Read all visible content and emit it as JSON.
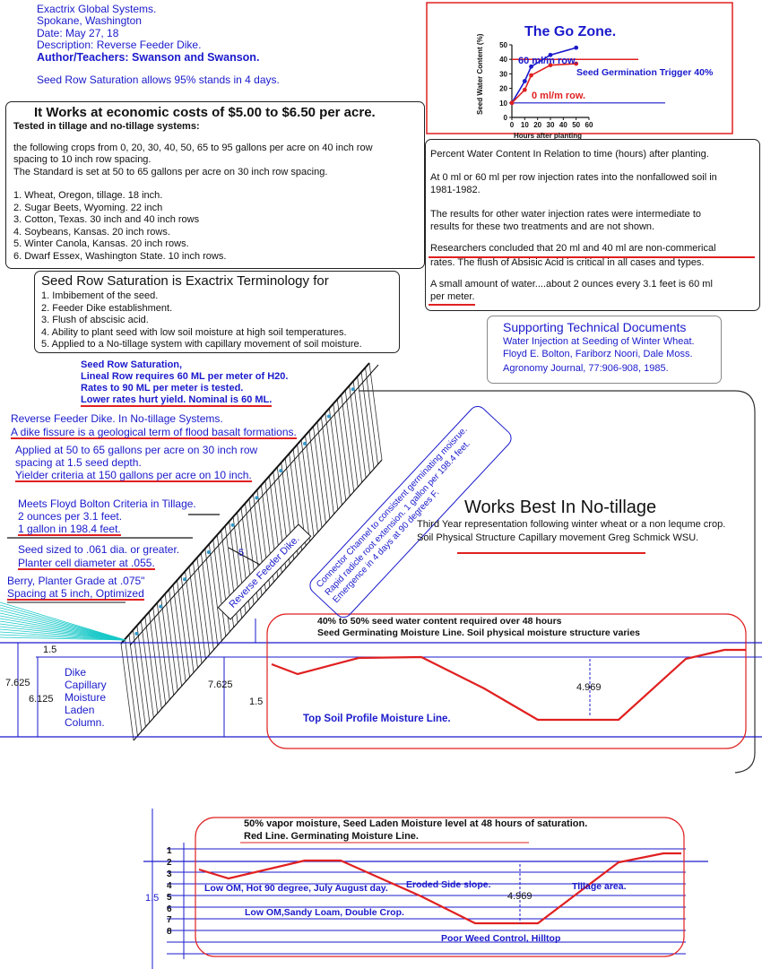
{
  "header": {
    "company": "Exactrix Global Systems.",
    "location": "Spokane, Washington",
    "date": "Date: May 27, 18",
    "description": "Description: Reverse Feeder Dike.",
    "authors": "Author/Teachers:    Swanson  and  Swanson.",
    "tagline": "Seed Row Saturation allows 95% stands in 4 days."
  },
  "costbox": {
    "title": "It Works  at economic  costs of $5.00 to $6.50 per acre.",
    "subtitle": "Tested  in tillage and no-tillage systems:",
    "para1": "the following  crops  from  0, 20, 30, 40, 50, 65 to 95 gallons per acre on 40 inch row",
    "para1b": "spacing to 10 inch row spacing.",
    "para2": "The  Standard  is set at 50 to 65 gallons per acre on 30 inch row spacing.",
    "crops": [
      "1. Wheat, Oregon, tillage. 18 inch.",
      "2. Sugar Beets, Wyoming. 22 inch",
      "3. Cotton, Texas. 30 inch and 40 inch rows",
      "4. Soybeans, Kansas. 20 inch rows.",
      "5. Winter Canola, Kansas. 20 inch rows.",
      "6. Dwarf Essex, Washington State. 10 inch rows."
    ]
  },
  "terminology": {
    "title": "Seed Row Saturation is Exactrix Terminology for",
    "items": [
      "1. Imbibement of the seed.",
      "2. Feeder Dike establishment.",
      "3. Flush of abscisic acid.",
      "4. Ability to plant seed with low soil moisture at high soil temperatures.",
      "5. Applied to a No-tillage system with capillary movement of soil moisture."
    ]
  },
  "gozone": {
    "title": "The Go Zone.",
    "ylabel": "Seed Water Content (%)",
    "xlabel": "Hours  after planting",
    "yticks": [
      "0",
      "10",
      "20",
      "30",
      "40",
      "50"
    ],
    "xticks": [
      "0",
      "10",
      "20",
      "30",
      "40",
      "50",
      "60"
    ],
    "label_60": "60 ml/m row.",
    "label_0": "0 ml/m row.",
    "trigger": "Seed Germination Trigger 40%"
  },
  "chart_data": {
    "type": "line",
    "title": "The Go Zone.",
    "xlabel": "Hours  after planting",
    "ylabel": "Seed Water Content (%)",
    "xlim": [
      0,
      60
    ],
    "ylim": [
      0,
      50
    ],
    "series": [
      {
        "name": "60 ml/m row.",
        "color": "#1a1acc",
        "x": [
          0,
          10,
          15,
          30,
          50
        ],
        "y": [
          10,
          25,
          35,
          43,
          48
        ]
      },
      {
        "name": "0 ml/m row.",
        "color": "#e02020",
        "x": [
          0,
          10,
          15,
          30,
          50
        ],
        "y": [
          10,
          19,
          29,
          36,
          37
        ]
      }
    ],
    "reference_lines": [
      {
        "label": "Seed Germination Trigger 40%",
        "y": 40,
        "color": "#e02020"
      }
    ]
  },
  "percentbox": {
    "p1": "Percent  Water Content In Relation to time (hours) after planting.",
    "p2a": "At 0 ml or 60 ml per row injection rates into the nonfallowed soil in",
    "p2b": "1981-1982.",
    "p3a": "The results  for other  water injection rates were intermediate to",
    "p3b": "results for these two treatments and are not shown.",
    "p4a": "Researchers   concluded   that  20 ml and 40 ml are non-commerical",
    "p4b": "rates.   The flush of Absisic Acid is critical in all cases and types.",
    "p5a": "A small  amount  of  water....about 2 ounces every 3.1 feet is 60 ml",
    "p5b": "per meter."
  },
  "techdocs": {
    "title": "Supporting Technical Documents",
    "l1": "Water Injection at Seeding of Winter Wheat.",
    "l2": "Floyd E. Bolton, Fariborz Noori, Dale Moss.",
    "l3": "Agronomy Journal, 77:906-908, 1985."
  },
  "dike": {
    "saturation1": "Seed Row Saturation,",
    "saturation2": "Lineal Row requires 60 ML per meter of H20.",
    "saturation3": "Rates to 90 ML per meter is tested.",
    "saturation4": "Lower rates hurt yield. Nominal is 60 ML.",
    "rfd1": "Reverse Feeder Dike.   In No-tillage Systems.",
    "rfd2": "A dike fissure is a geological term of flood basalt formations.",
    "app1": "Applied at 50 to 65 gallons per acre on 30 inch row",
    "app2": "spacing at 1.5 seed depth.",
    "app3": "Yielder criteria at 150 gallons per acre on 10 inch.",
    "bolton1": "Meets Floyd Bolton Criteria in Tillage.",
    "bolton2": "2 ounces per 3.1 feet.",
    "bolton3": "1 gallon in 198.4 feet.",
    "seed1": "Seed sized to .061 dia. or greater.",
    "seed2": "Planter cell diameter at .055.",
    "berry1": "Berry, Planter Grade at .075\"",
    "berry2": "Spacing at 5 inch, Optimized",
    "connector": [
      "Connector Channel to consistent germinating moisrue.",
      "Rapid radicle root extension. 1 gallon per 198.4 feet.",
      "Emergence in 4 days at 90 degrees F."
    ],
    "rfd_label": "Reverse Feeder Dike.",
    "five": "5",
    "dim_15": "1.5",
    "dim_7625": "7.625",
    "dim_6125": "6.125",
    "dim_7625b": "7.625",
    "dim_15b": "1.5",
    "column": [
      "Dike",
      "Capillary",
      "Moisture",
      "Laden",
      "Column."
    ]
  },
  "notill": {
    "title": "Works Best In No-tillage",
    "l1": "Third Year representation following winter wheat or a non lequme crop.",
    "l2": "Soil Physical Structure Capillary movement Greg Schmick WSU."
  },
  "profile": {
    "l1": "40% to 50% seed water content required over 48 hours",
    "l2": "Seed Germinating  Moisture Line. Soil physical moisture structure varies",
    "depth": "4.969",
    "label": "Top Soil Profile Moisture  Line."
  },
  "bottom": {
    "l1": "50% vapor moisture,  Seed Laden Moisture level at 48 hours of saturation.",
    "l2": "Red Line. Germinating Moisture Line.",
    "rows": [
      "1",
      "2",
      "3",
      "4",
      "5",
      "6",
      "7",
      "8"
    ],
    "dim": "1.5",
    "depth": "4.969",
    "lowom1": "Low OM, Hot 90 degree, July August day.",
    "eroded": "Eroded Side slope.",
    "tillage": "Tillage area.",
    "lowom2": "Low OM,Sandy Loam, Double Crop.",
    "weed": "Poor Weed Control, Hilltop"
  }
}
